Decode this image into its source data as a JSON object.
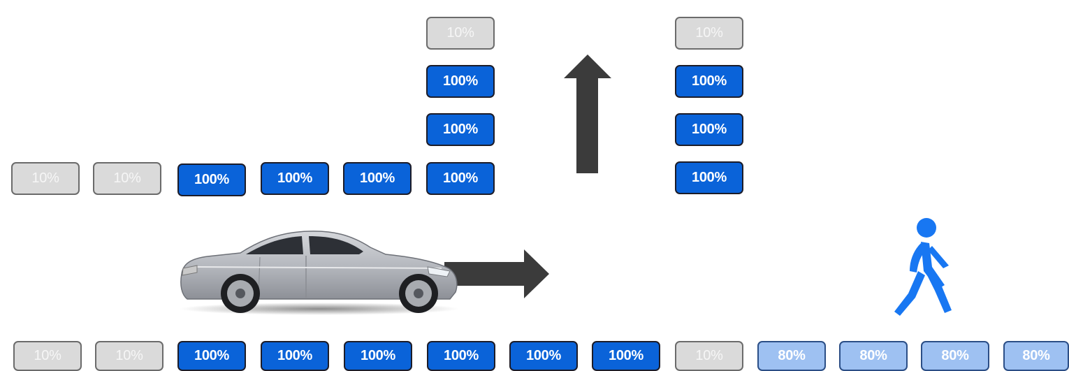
{
  "colors": {
    "full": "#0a63d9",
    "low": "#dadada",
    "mid": "#9ec1f2",
    "arrow": "#3b3b3b",
    "pedestrian": "#1877f2",
    "car_body": "#b9bcc3"
  },
  "icons": {
    "up_arrow": "arrow-up-icon",
    "right_arrow": "arrow-right-icon",
    "car": "car-icon",
    "pedestrian": "walking-person-icon"
  },
  "top_row": [
    "10%",
    "10%",
    "100%",
    "100%",
    "100%",
    "100%"
  ],
  "column_a": [
    "10%",
    "100%",
    "100%"
  ],
  "column_b": [
    "10%",
    "100%",
    "100%",
    "100%"
  ],
  "bottom_row": [
    "10%",
    "10%",
    "100%",
    "100%",
    "100%",
    "100%",
    "100%",
    "100%",
    "10%",
    "80%",
    "80%",
    "80%",
    "80%"
  ]
}
